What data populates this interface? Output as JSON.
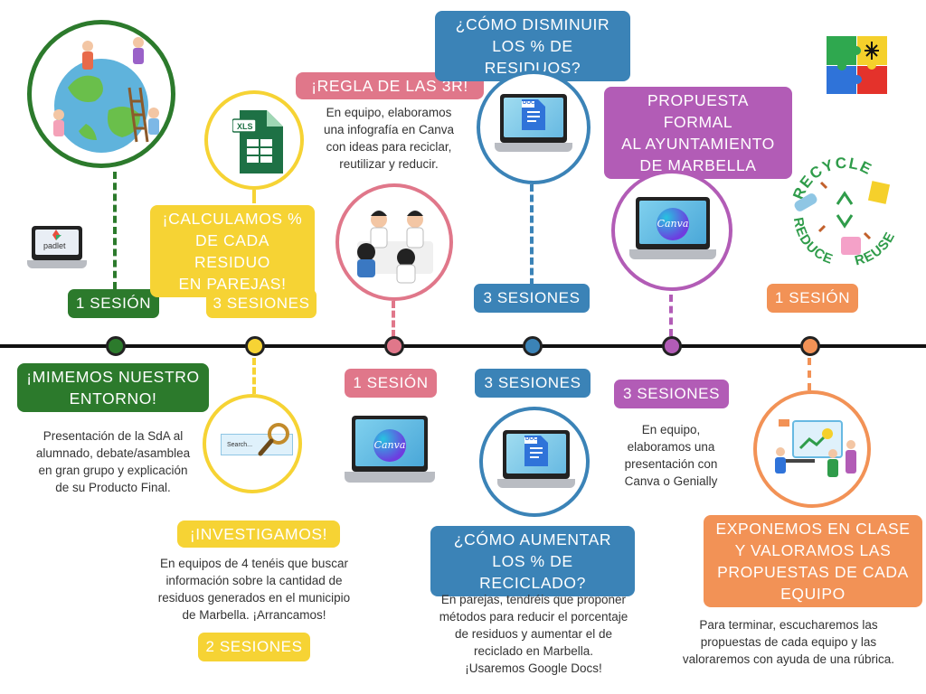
{
  "colors": {
    "green": "#2c7a2c",
    "yellow": "#f6d334",
    "pink": "#e0778a",
    "blue": "#3b83b7",
    "purple": "#b25cb6",
    "orange": "#f29256"
  },
  "stages": [
    {
      "title": "¡MIMEMOS NUESTRO\nENTORNO!",
      "sessions": "1 SESIÓN",
      "description": "Presentación de la SdA al\nalumnado, debate/asamblea\nen gran grupo y explicación\nde su Producto Final.",
      "icon": "padlet-laptop-icon",
      "icon_label": "padlet"
    },
    {
      "title_top": "¡CALCULAMOS %\nDE CADA RESIDUO\nEN PAREJAS!",
      "sessions_top": "3 SESIONES",
      "title": "¡INVESTIGAMOS!",
      "description": "En equipos de 4 tenéis que buscar\ninformación sobre la cantidad de\nresiduos generados en el municipio\nde Marbella. ¡Arrancamos!",
      "sessions": "2 SESIONES",
      "icon": "xls-spreadsheet-icon",
      "icon_label": "XLS",
      "search_label": "Search..."
    },
    {
      "title": "¡REGLA DE LAS 3R!",
      "description": "En equipo, elaboramos\nuna infografía en Canva\ncon ideas para reciclar,\nreutilizar y reducir.",
      "sessions": "1 SESIÓN",
      "icon": "students-icon",
      "canva_label": "Canva"
    },
    {
      "title_top": "¿CÓMO DISMINUIR\nLOS % DE RESIDUOS?",
      "sessions_top": "3 SESIONES",
      "sessions": "3 SESIONES",
      "title": "¿CÓMO AUMENTAR\nLOS % DE RECICLADO?",
      "description": "En parejas, tendréis que proponer\nmétodos para reducir el porcentaje\nde residuos y aumentar el de\nreciclado en Marbella.\n¡Usaremos Google Docs!",
      "icon": "google-docs-laptop-icon",
      "doc_label": "DOC"
    },
    {
      "title": "PROPUESTA FORMAL\nAL AYUNTAMIENTO\nDE MARBELLA",
      "sessions": "3 SESIONES",
      "description": "En equipo,\nelaboramos una\npresentación con\nCanva o Genially",
      "icon": "canva-laptop-icon",
      "canva_label": "Canva"
    },
    {
      "sessions": "1 SESIÓN",
      "title": "EXPONEMOS EN CLASE\nY VALORAMOS LAS\nPROPUESTAS DE CADA\nEQUIPO",
      "description": "Para terminar, escucharemos las\npropuestas de cada equipo y las\nvaloraremos con ayuda de una rúbrica.",
      "icon": "presentation-icon"
    }
  ],
  "badge": {
    "recycle": "RECYCLE",
    "reduce": "REDUCE",
    "reuse": "REUSE"
  }
}
